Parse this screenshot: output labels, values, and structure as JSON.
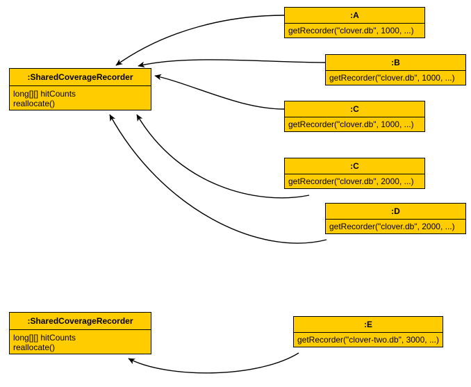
{
  "diagram": {
    "title": "SharedCoverageRecorder object diagram",
    "type": "uml-object-diagram",
    "background_color": "#FFFFFF",
    "node_fill_color": "#FFCC00",
    "node_border_color": "#000000",
    "edge_color": "#000000",
    "text_color": "#000000"
  },
  "recorders": [
    {
      "id": "recorder-top",
      "header": ":SharedCoverageRecorder",
      "attributes": [
        "long[][] hitCounts",
        "reallocate()"
      ]
    },
    {
      "id": "recorder-bottom",
      "header": ":SharedCoverageRecorder",
      "attributes": [
        "long[][] hitCounts",
        "reallocate()"
      ]
    }
  ],
  "clients": [
    {
      "id": "client-a",
      "header": ":A",
      "call": "getRecorder(\"clover.db\", 1000, ...)"
    },
    {
      "id": "client-b",
      "header": ":B",
      "call": "getRecorder(\"clover.db\", 1000, ...)"
    },
    {
      "id": "client-c1",
      "header": ":C",
      "call": "getRecorder(\"clover.db\", 1000, ...)"
    },
    {
      "id": "client-c2",
      "header": ":C",
      "call": "getRecorder(\"clover.db\", 2000, ...)"
    },
    {
      "id": "client-d",
      "header": ":D",
      "call": "getRecorder(\"clover.db\", 2000, ...)"
    },
    {
      "id": "client-e",
      "header": ":E",
      "call": "getRecorder(\"clover-two.db\", 3000, ...)"
    }
  ]
}
